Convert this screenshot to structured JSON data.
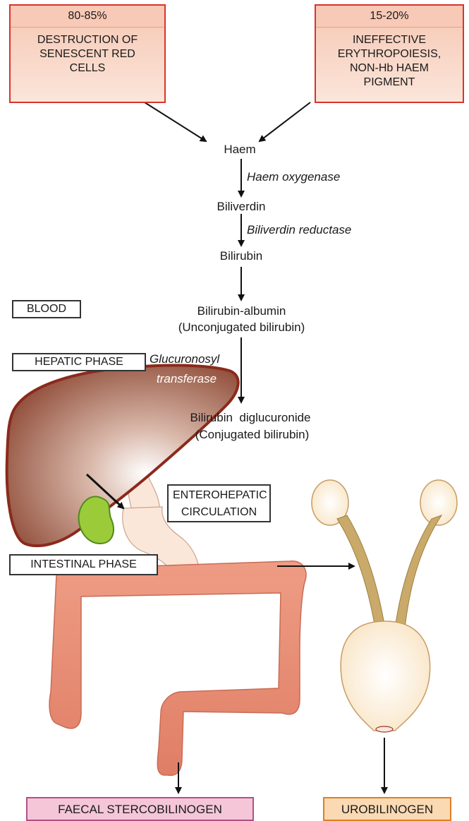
{
  "sources": [
    {
      "percent": "80-85%",
      "text": "DESTRUCTION OF SENESCENT RED CELLS"
    },
    {
      "percent": "15-20%",
      "text": "INEFFECTIVE ERYTHROPOIESIS, NON-Hb HAEM PIGMENT"
    }
  ],
  "pathway": {
    "haem": "Haem",
    "haem_enzyme": "Haem oxygenase",
    "biliverdin": "Biliverdin",
    "biliverdin_enzyme": "Biliverdin reductase",
    "bilirubin": "Bilirubin",
    "bilirubin_albumin": "Bilirubin-albumin",
    "unconjugated": "(Unconjugated bilirubin)",
    "glucuronosyl": "Glucuronosyl",
    "transferase": "transferase",
    "diglucuronide": "Bilirubin  diglucuronide",
    "conjugated": "(Conjugated bilirubin)"
  },
  "phases": {
    "blood": "BLOOD",
    "hepatic": "HEPATIC PHASE",
    "enterohepatic": "ENTEROHEPATIC CIRCULATION",
    "intestinal": "INTESTINAL PHASE"
  },
  "outputs": {
    "faecal": "FAECAL STERCOBILINOGEN",
    "urobilinogen": "UROBILINOGEN"
  },
  "colors": {
    "source_border": "#d9342b",
    "liver": "#8a3424",
    "gallbladder": "#9ccb3a",
    "intestine": "#e88a72",
    "kidney": "#fdf3df",
    "faecal_box": "#f4c6d8",
    "urobilinogen_box": "#fbd9b3"
  }
}
